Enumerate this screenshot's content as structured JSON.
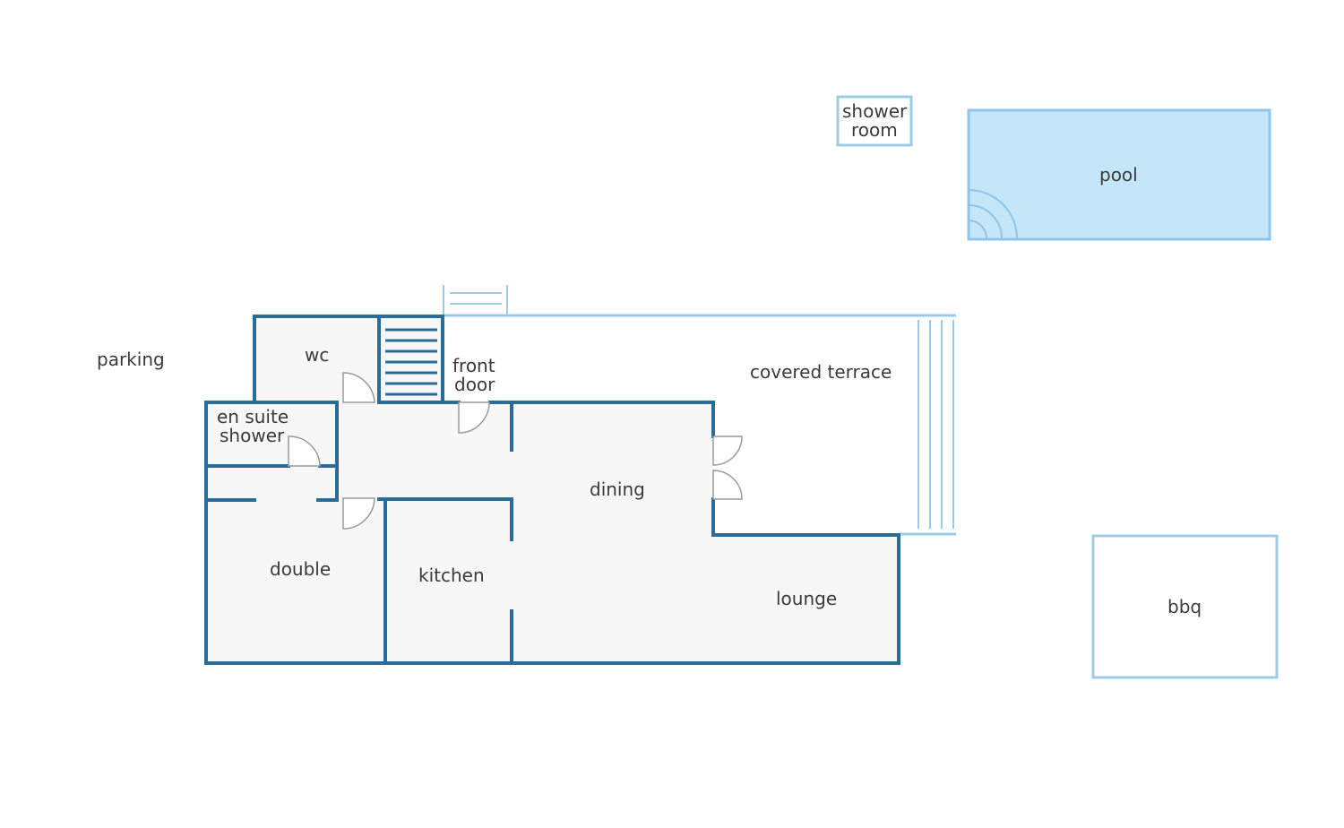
{
  "rooms": {
    "parking": "parking",
    "wc": "wc",
    "front_door": [
      "front",
      "door"
    ],
    "covered_terrace": "covered terrace",
    "en_suite_shower": [
      "en suite",
      "shower"
    ],
    "dining": "dining",
    "double": "double",
    "kitchen": "kitchen",
    "lounge": "lounge",
    "shower_room": [
      "shower",
      "room"
    ],
    "pool": "pool",
    "bbq": "bbq"
  },
  "colors": {
    "wall": "#2a6c98",
    "outline": "#9dcbe7",
    "pool_fill": "#c5e5f9",
    "floor": "#f7f7f7"
  }
}
